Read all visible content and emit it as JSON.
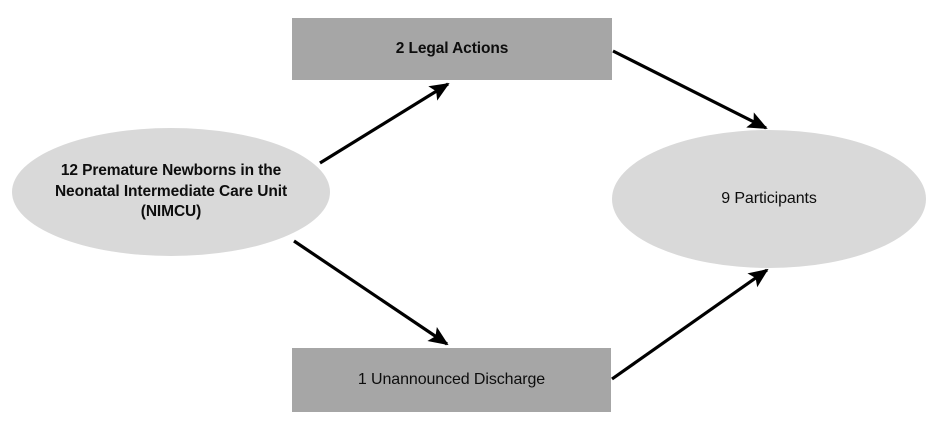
{
  "diagram": {
    "type": "flowchart",
    "title": "",
    "background_color": "#ffffff",
    "palette": {
      "ellipse_fill": "#d9d9d9",
      "rectangle_fill": "#a6a6a6",
      "arrow_color": "#000000",
      "text_color": "#0d0d0d"
    },
    "nodes": [
      {
        "id": "source",
        "shape": "ellipse",
        "label": "12 Premature Newborns in the\nNeonatal Intermediate Care Unit\n(NIMCU)",
        "count": 12,
        "fill": "#d9d9d9",
        "bold": true
      },
      {
        "id": "legal_actions",
        "shape": "rectangle",
        "label": "2 Legal Actions",
        "count": 2,
        "fill": "#a6a6a6",
        "bold": true
      },
      {
        "id": "unannounced_discharge",
        "shape": "rectangle",
        "label": "1 Unannounced Discharge",
        "count": 1,
        "fill": "#a6a6a6",
        "bold": false
      },
      {
        "id": "participants",
        "shape": "ellipse",
        "label": "9 Participants",
        "count": 9,
        "fill": "#d9d9d9",
        "bold": false
      }
    ],
    "edges": [
      {
        "id": "source-to-legal",
        "from": "source",
        "to": "legal_actions",
        "label": "",
        "arrowhead": "filled-triangle"
      },
      {
        "id": "source-to-discharge",
        "from": "source",
        "to": "unannounced_discharge",
        "label": "",
        "arrowhead": "filled-triangle"
      },
      {
        "id": "legal-to-participants",
        "from": "legal_actions",
        "to": "participants",
        "label": "",
        "arrowhead": "filled-triangle"
      },
      {
        "id": "discharge-to-participants",
        "from": "unannounced_discharge",
        "to": "participants",
        "label": "",
        "arrowhead": "filled-triangle"
      }
    ]
  }
}
